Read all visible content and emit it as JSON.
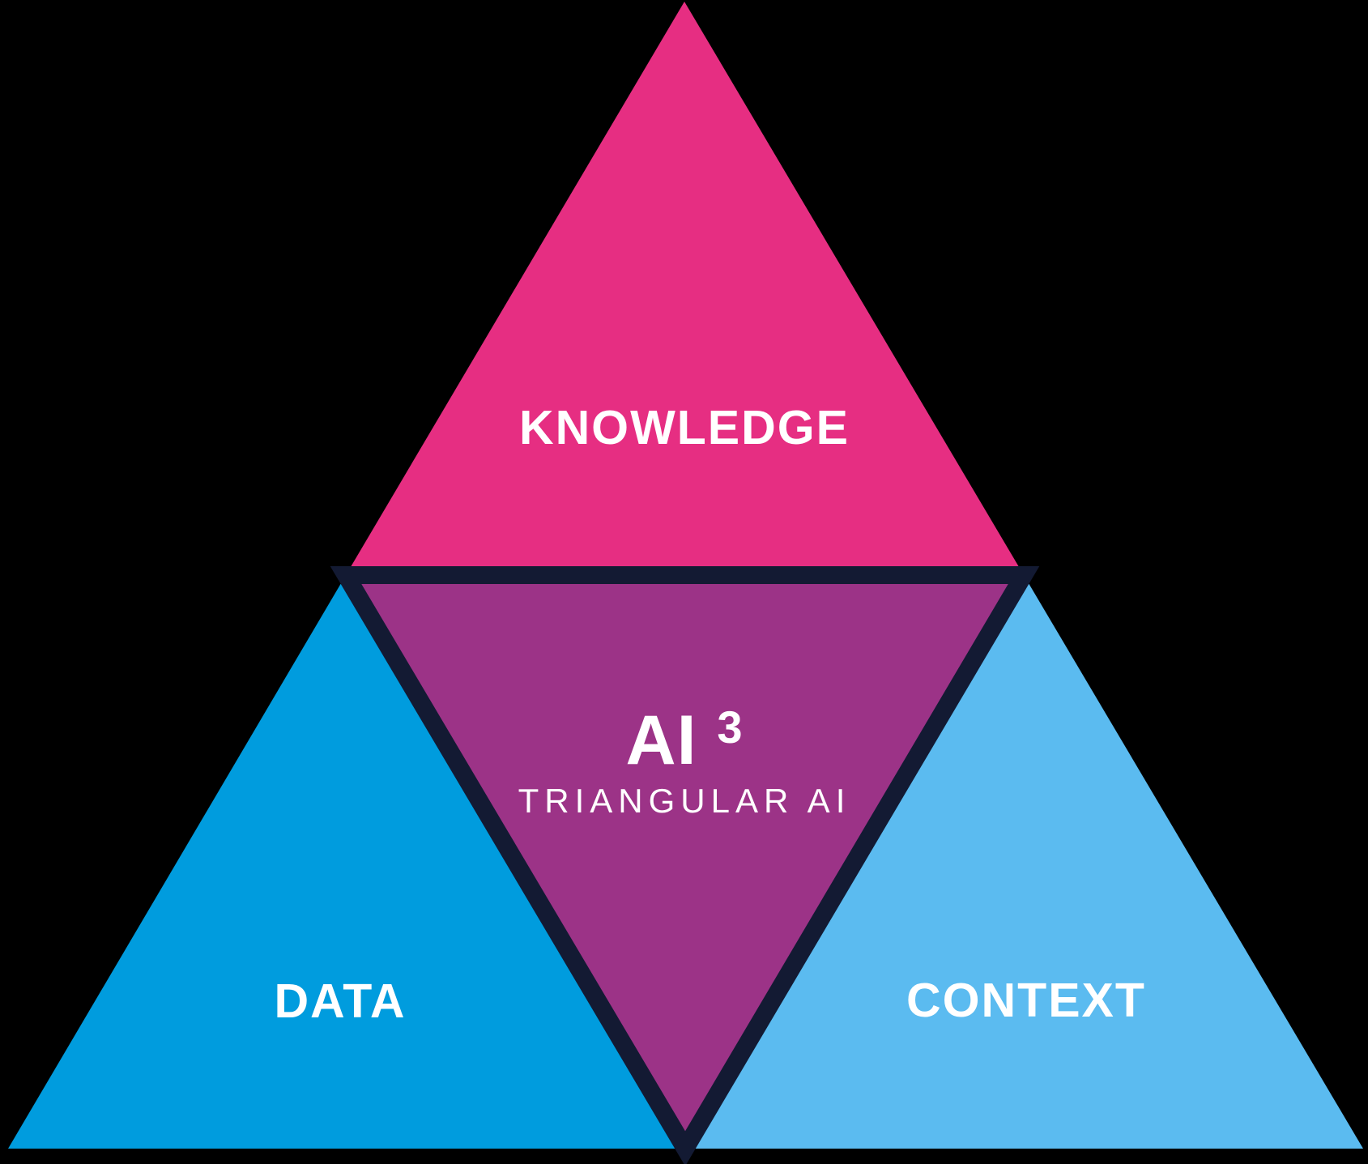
{
  "diagram": {
    "name": "Triangular AI",
    "background_color": "#000000",
    "text_color": "#FFFFFF",
    "regions": {
      "top": {
        "label": "KNOWLEDGE",
        "fill_color": "#E62E82"
      },
      "bottom_left": {
        "label": "DATA",
        "fill_color": "#009CDE"
      },
      "bottom_right": {
        "label": "CONTEXT",
        "fill_color": "#5BBBF0"
      },
      "center": {
        "label": "AI",
        "superscript": "3",
        "subtitle": "TRIANGULAR AI",
        "fill_color": "#9C3387",
        "border_color": "#131A33"
      }
    }
  }
}
